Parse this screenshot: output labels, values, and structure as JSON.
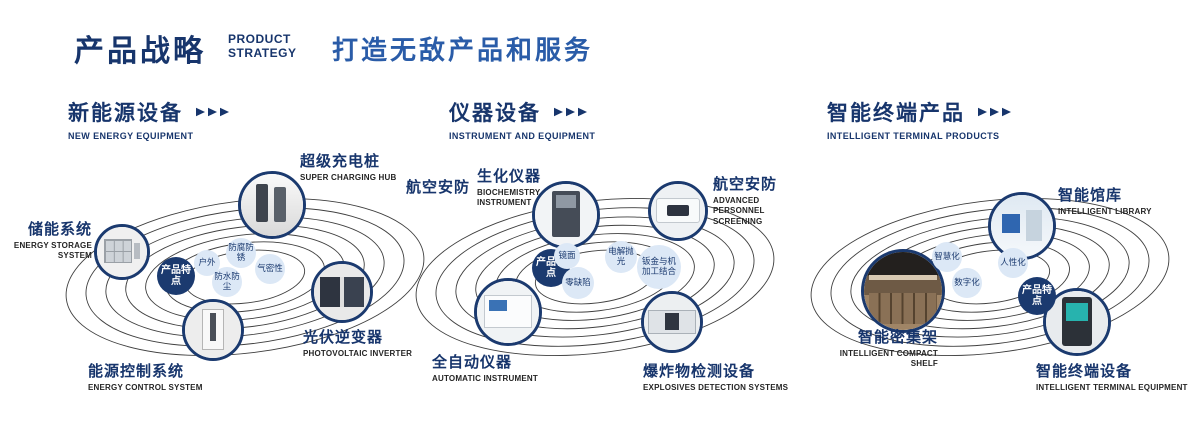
{
  "header": {
    "title_cn": "产品战略",
    "title_en_line1": "PRODUCT",
    "title_en_line2": "STRATEGY",
    "tagline": "打造无敌产品和服务"
  },
  "icons": {
    "section_arrow": "triple-chevron"
  },
  "colors": {
    "navy": "#17356c",
    "accent_blue": "#2a5ca8",
    "bubble_bg": "#dce8f6",
    "ring_line": "#3f3f3f"
  },
  "sections": [
    {
      "name_cn": "新能源设备",
      "name_en": "NEW ENERGY EQUIPMENT",
      "center_label": "产品特点",
      "features": [
        "户外",
        "防腐防锈",
        "气密性",
        "防水防尘"
      ],
      "products": [
        {
          "name_cn": "超级充电桩",
          "name_en": "SUPER CHARGING HUB"
        },
        {
          "name_cn": "储能系统",
          "name_en": "ENERGY STORAGE SYSTEM"
        },
        {
          "name_cn": "光伏逆变器",
          "name_en": "PHOTOVOLTAIC INVERTER"
        },
        {
          "name_cn": "能源控制系统",
          "name_en": "ENERGY CONTROL SYSTEM"
        }
      ]
    },
    {
      "name_cn": "仪器设备",
      "name_en": "INSTRUMENT AND EQUIPMENT",
      "center_label": "产品特点",
      "features": [
        "镜面",
        "电解抛光",
        "零缺陷",
        "钣金与机加工结合"
      ],
      "products": [
        {
          "name_cn": "生化仪器",
          "name_en": "BIOCHEMISTRY INSTRUMENT"
        },
        {
          "name_cn": "航空安防",
          "name_en": ""
        },
        {
          "name_cn": "航空安防",
          "name_en": "ADVANCED PERSONNEL SCREENING"
        },
        {
          "name_cn": "全自动仪器",
          "name_en": "AUTOMATIC INSTRUMENT"
        },
        {
          "name_cn": "爆炸物检测设备",
          "name_en": "EXPLOSIVES DETECTION SYSTEMS"
        }
      ]
    },
    {
      "name_cn": "智能终端产品",
      "name_en": "INTELLIGENT TERMINAL PRODUCTS",
      "center_label": "产品特点",
      "features": [
        "智慧化",
        "人性化",
        "数字化"
      ],
      "products": [
        {
          "name_cn": "智能馆库",
          "name_en": "INTELLIGENT LIBRARY"
        },
        {
          "name_cn": "智能密集架",
          "name_en": "INTELLIGENT COMPACT SHELF"
        },
        {
          "name_cn": "智能终端设备",
          "name_en": "INTELLIGENT TERMINAL EQUIPMENT"
        }
      ]
    }
  ]
}
